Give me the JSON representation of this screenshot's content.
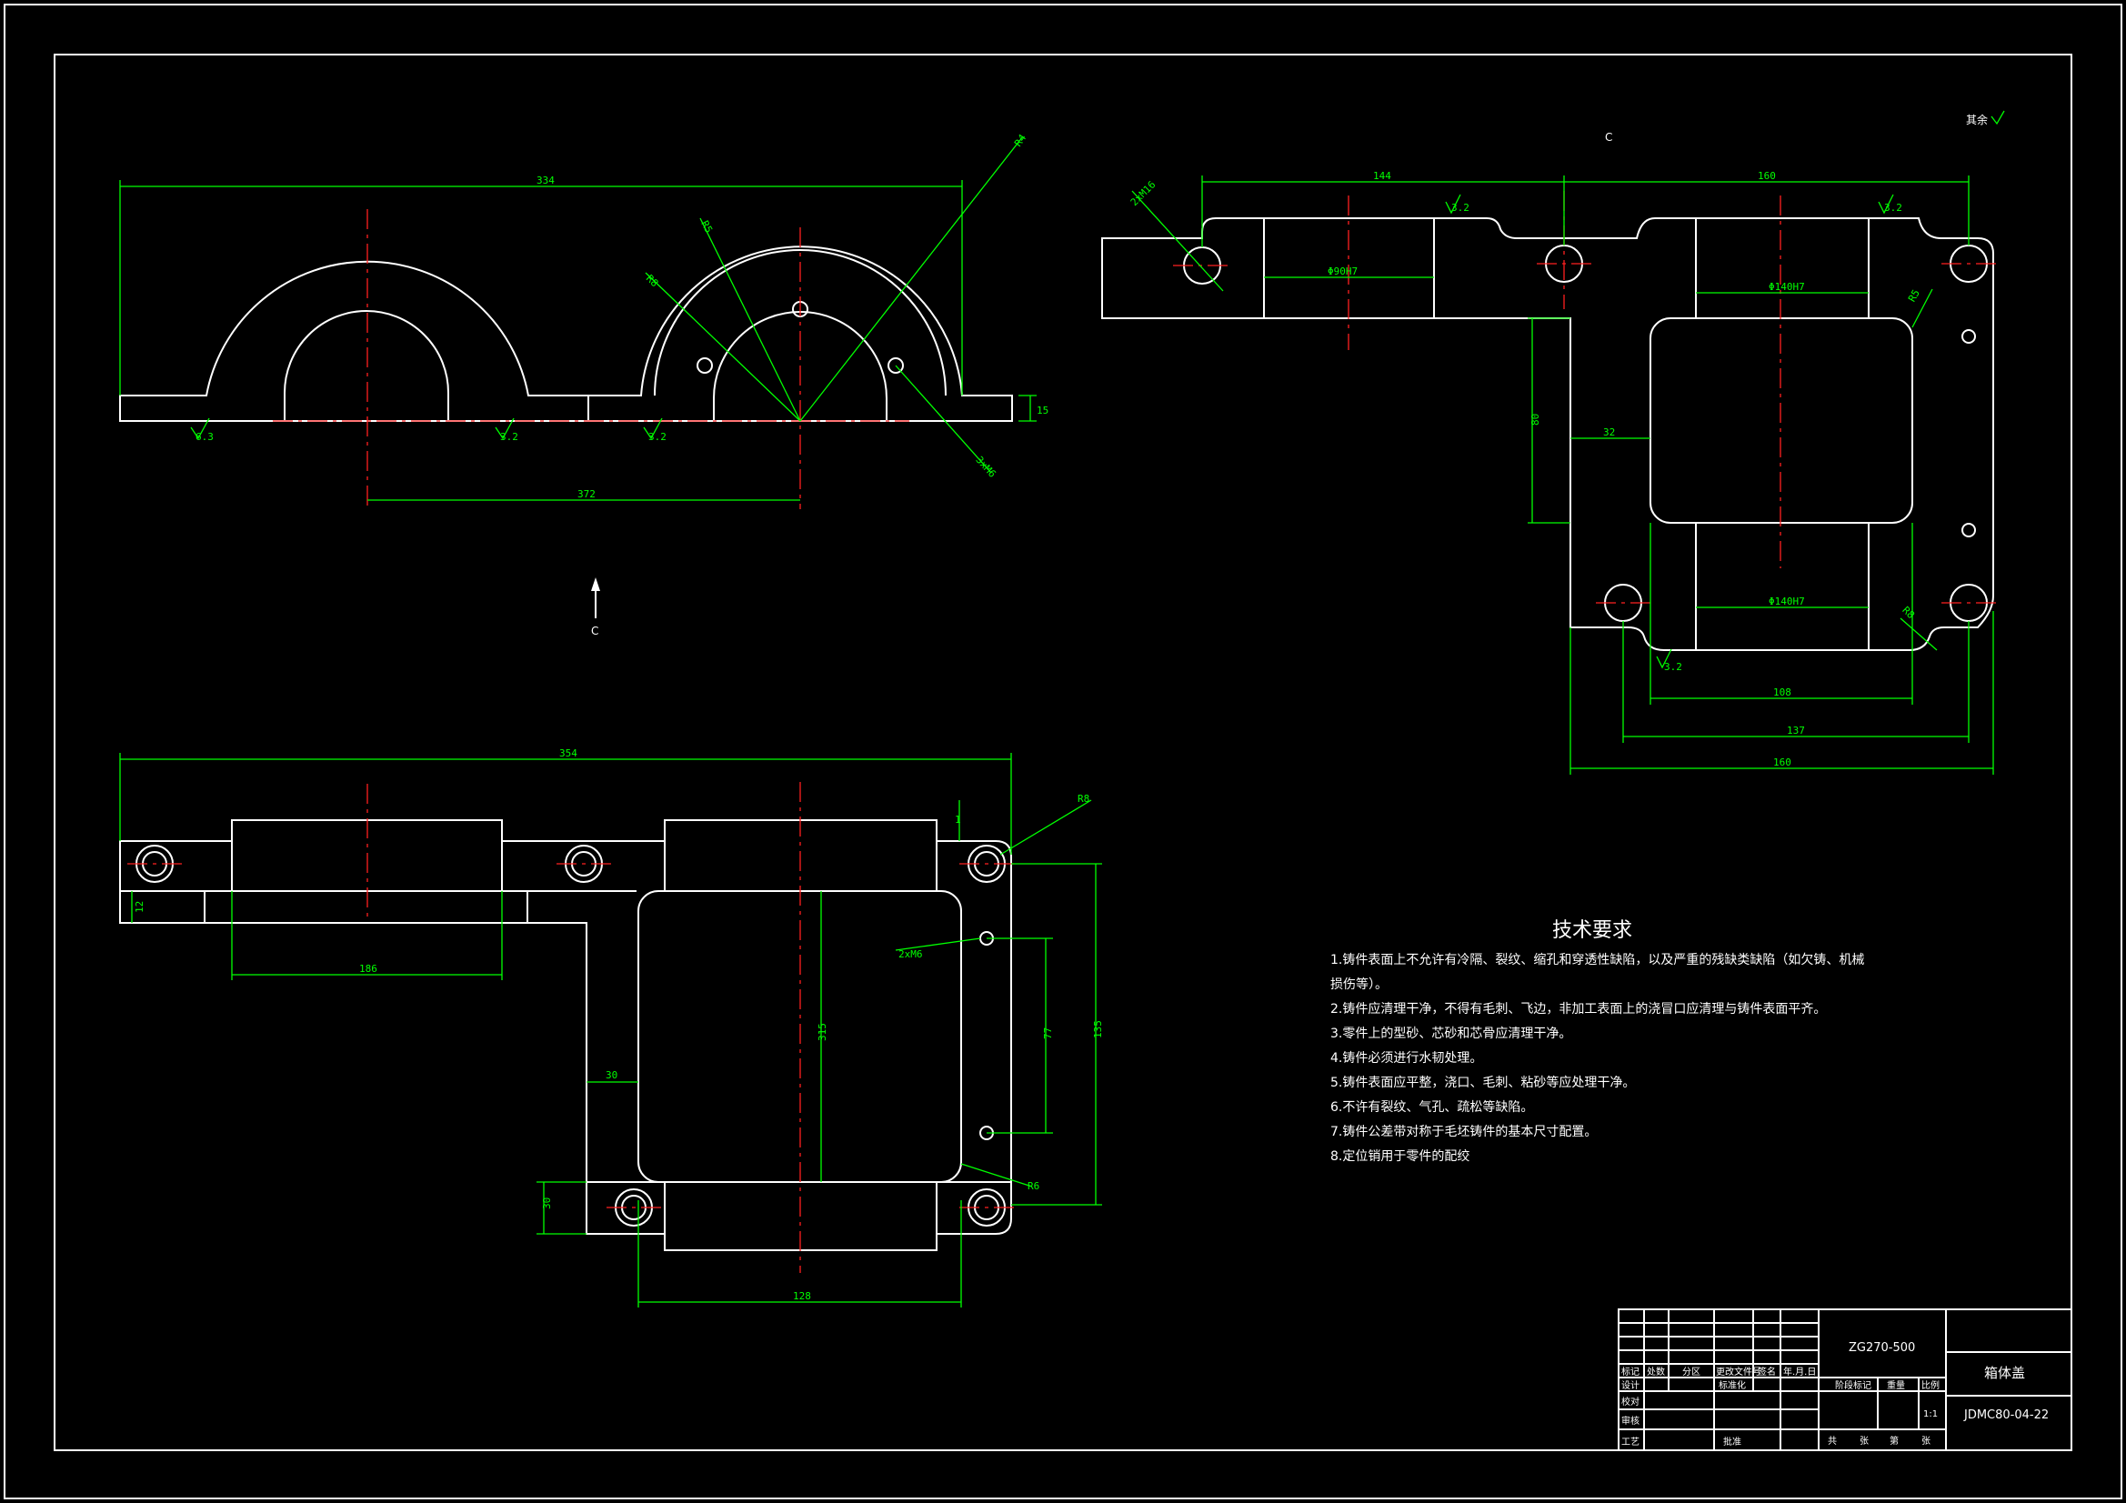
{
  "notes": {
    "title": "技术要求",
    "items": [
      "1.铸件表面上不允许有冷隔、裂纹、缩孔和穿透性缺陷，以及严重的残缺类缺陷（如欠铸、机械",
      "损伤等）。",
      "2.铸件应清理干净，不得有毛刺、飞边，非加工表面上的浇冒口应清理与铸件表面平齐。",
      "3.零件上的型砂、芯砂和芯骨应清理干净。",
      "4.铸件必须进行水韧处理。",
      "5.铸件表面应平整，浇口、毛刺、粘砂等应处理干净。",
      "6.不许有裂纹、气孔、疏松等缺陷。",
      "7.铸件公差带对称于毛坯铸件的基本尺寸配置。",
      "8.定位销用于零件的配绞"
    ]
  },
  "view_marks": {
    "section_top": "C",
    "arrow_label": "C",
    "corner_note": "其余"
  },
  "front_view": {
    "dims": {
      "overall": "334",
      "center": "372",
      "r1": "R4",
      "r2": "R5",
      "r3": "R8",
      "hole": "3xM6",
      "height": "15"
    },
    "roughness": [
      "6.3",
      "3.2",
      "3.2"
    ]
  },
  "top_view": {
    "dims": {
      "overall": "354",
      "w186": "186",
      "d1": "30",
      "d2": "30",
      "h315": "315",
      "h77": "77",
      "h135": "135",
      "w128": "128",
      "r8": "R8",
      "r6": "R6",
      "holes": "2xM6",
      "t12": "12",
      "t1": "1"
    }
  },
  "side_view": {
    "dims": {
      "a": "144",
      "b": "160",
      "bore1": "Φ90H7",
      "bore2": "Φ140H7",
      "bore3": "Φ140H7",
      "h": "80",
      "w": "32",
      "w108": "108",
      "w137": "137",
      "w160": "160",
      "r15": "R5",
      "r8": "R8",
      "holes": "2xM16",
      "ra1": "3.2",
      "ra2": "3.2",
      "ra3": "3.2"
    }
  },
  "title_block": {
    "material": "ZG270-500",
    "part_name": "箱体盖",
    "drawing_no": "JDMC80-04-22",
    "scale": "1:1",
    "headers": [
      "标记",
      "处数",
      "分区",
      "更改文件号",
      "签名",
      "年.月.日"
    ],
    "rows": [
      "设计",
      "校对",
      "审核",
      "工艺"
    ],
    "std": "标准化",
    "approve": "批准",
    "stage": "阶段标记",
    "weight": "重量",
    "ratio": "比例",
    "sheet": [
      "共",
      "张",
      "第",
      "张"
    ]
  }
}
